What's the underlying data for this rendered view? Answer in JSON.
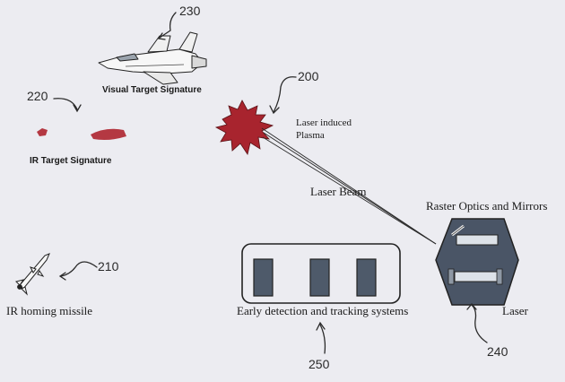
{
  "labels": {
    "visual_target_signature": "Visual Target Signature",
    "ir_target_signature": "IR Target Signature",
    "laser_induced_plasma_line1": "Laser induced",
    "laser_induced_plasma_line2": "Plasma",
    "laser_beam": "Laser Beam",
    "raster_optics_and_mirrors": "Raster Optics and Mirrors",
    "ir_homing_missile": "IR homing missile",
    "early_detection_and_tracking": "Early detection and tracking systems",
    "laser": "Laser"
  },
  "reference_numerals": {
    "plasma": "200",
    "missile": "210",
    "ir_signature": "220",
    "visual_signature": "230",
    "laser_unit": "240",
    "detection_systems": "250"
  },
  "colors": {
    "background": "#ececf1",
    "plasma_fill": "#a8242e",
    "ir_signature_fill": "#b43842",
    "laser_housing_fill": "#4a5566",
    "detector_module_fill": "#4e5a6a",
    "line": "#222222"
  },
  "icons": {
    "aircraft": "fighter-jet-icon",
    "missile": "missile-icon",
    "plasma": "starburst-icon"
  }
}
